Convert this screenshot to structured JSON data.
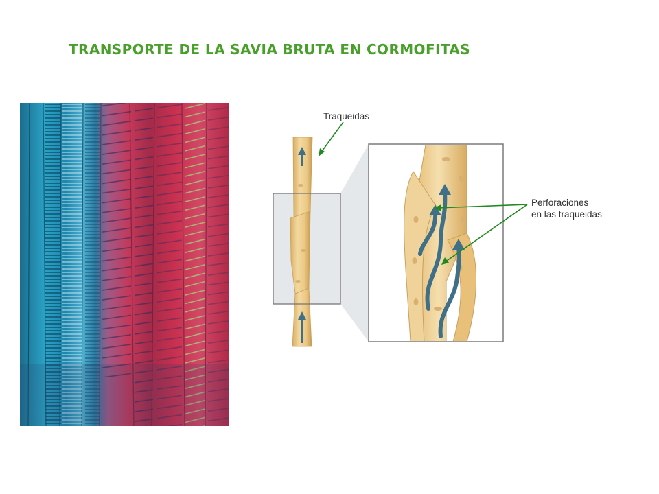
{
  "title": "TRANSPORTE DE LA SAVIA BRUTA EN CORMOFITAS",
  "labels": {
    "traqueidas": "Traqueidas",
    "perforaciones_line1": "Perforaciones",
    "perforaciones_line2": "en las traqueidas"
  },
  "colors": {
    "title": "#48a02a",
    "pointer": "#1f8a1f",
    "cell_fill": "#ecc985",
    "cell_edge": "#c9a05a",
    "flow_arrow": "#3f7088",
    "stain_blue": "#2aa3c6",
    "stain_red": "#c8304f",
    "zoom_box": "#777777"
  },
  "icons": {
    "flow_arrow": "up-arrow-icon",
    "pointer_arrow": "pointer-arrow-icon"
  }
}
